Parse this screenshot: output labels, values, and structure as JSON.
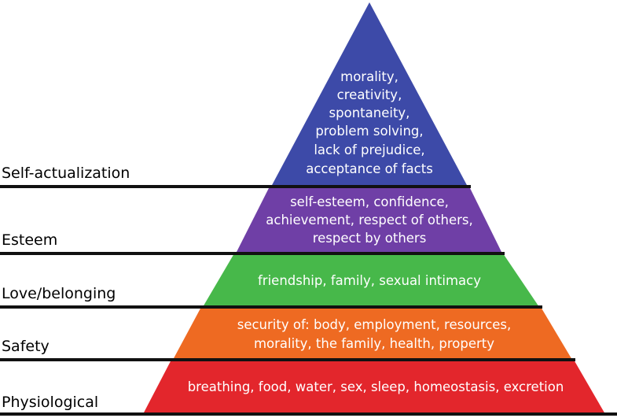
{
  "levels": [
    {
      "name": "Self-actualization",
      "color": "#3d4aa8",
      "lines": [
        "morality,",
        "creativity,",
        "spontaneity,",
        "problem solving,",
        "lack of prejudice,",
        "acceptance of facts"
      ]
    },
    {
      "name": "Esteem",
      "color": "#6f3fa6",
      "lines": [
        "self-esteem, confidence,",
        "achievement, respect of others,",
        "respect by others"
      ]
    },
    {
      "name": "Love/belonging",
      "color": "#47b84a",
      "lines": [
        "friendship, family, sexual intimacy"
      ]
    },
    {
      "name": "Safety",
      "color": "#ee6a22",
      "lines": [
        "security of: body, employment, resources,",
        "morality, the family, health, property"
      ]
    },
    {
      "name": "Physiological",
      "color": "#e3262c",
      "lines": [
        "breathing, food, water, sex, sleep, homeostasis, excretion"
      ]
    }
  ]
}
